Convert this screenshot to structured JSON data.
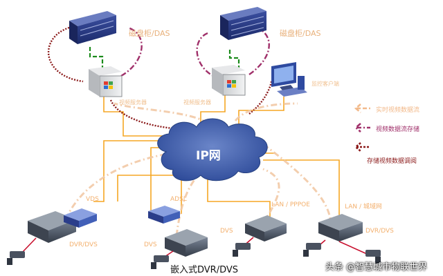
{
  "cloud": {
    "label": "IP网"
  },
  "storage": [
    {
      "label": "磁盘柜/DAS"
    },
    {
      "label": "磁盘柜/DAS"
    }
  ],
  "servers": [
    {
      "label": "视频服务器"
    },
    {
      "label": "视频服务器"
    }
  ],
  "monitor": {
    "label": "监控客户端"
  },
  "legend": [
    {
      "label": "实时视频数据流",
      "color": "#f2b98a"
    },
    {
      "label": "视频数据流存储",
      "color": "#a0306a"
    },
    {
      "label": "存储视频数据调阅",
      "color": "#8b1a1a"
    }
  ],
  "links": [
    {
      "label": "VDS"
    },
    {
      "label": "ADSL"
    },
    {
      "label": "LAN / PPPOE"
    },
    {
      "label": "LAN / 城域网"
    }
  ],
  "devices": [
    {
      "label": "DVR/DVS"
    },
    {
      "label": "DVS"
    },
    {
      "label": "DVS"
    },
    {
      "label": "DVR/DVS"
    }
  ],
  "caption": "嵌入式DVR/DVS",
  "watermark": "头条 @智慧城市物联世界",
  "colors": {
    "network_line": "#f5a623",
    "storage_link": "#1a8a1a",
    "cloud": "#3a5aa8",
    "device": "#505a68",
    "camera_cable": "#c8102e"
  }
}
